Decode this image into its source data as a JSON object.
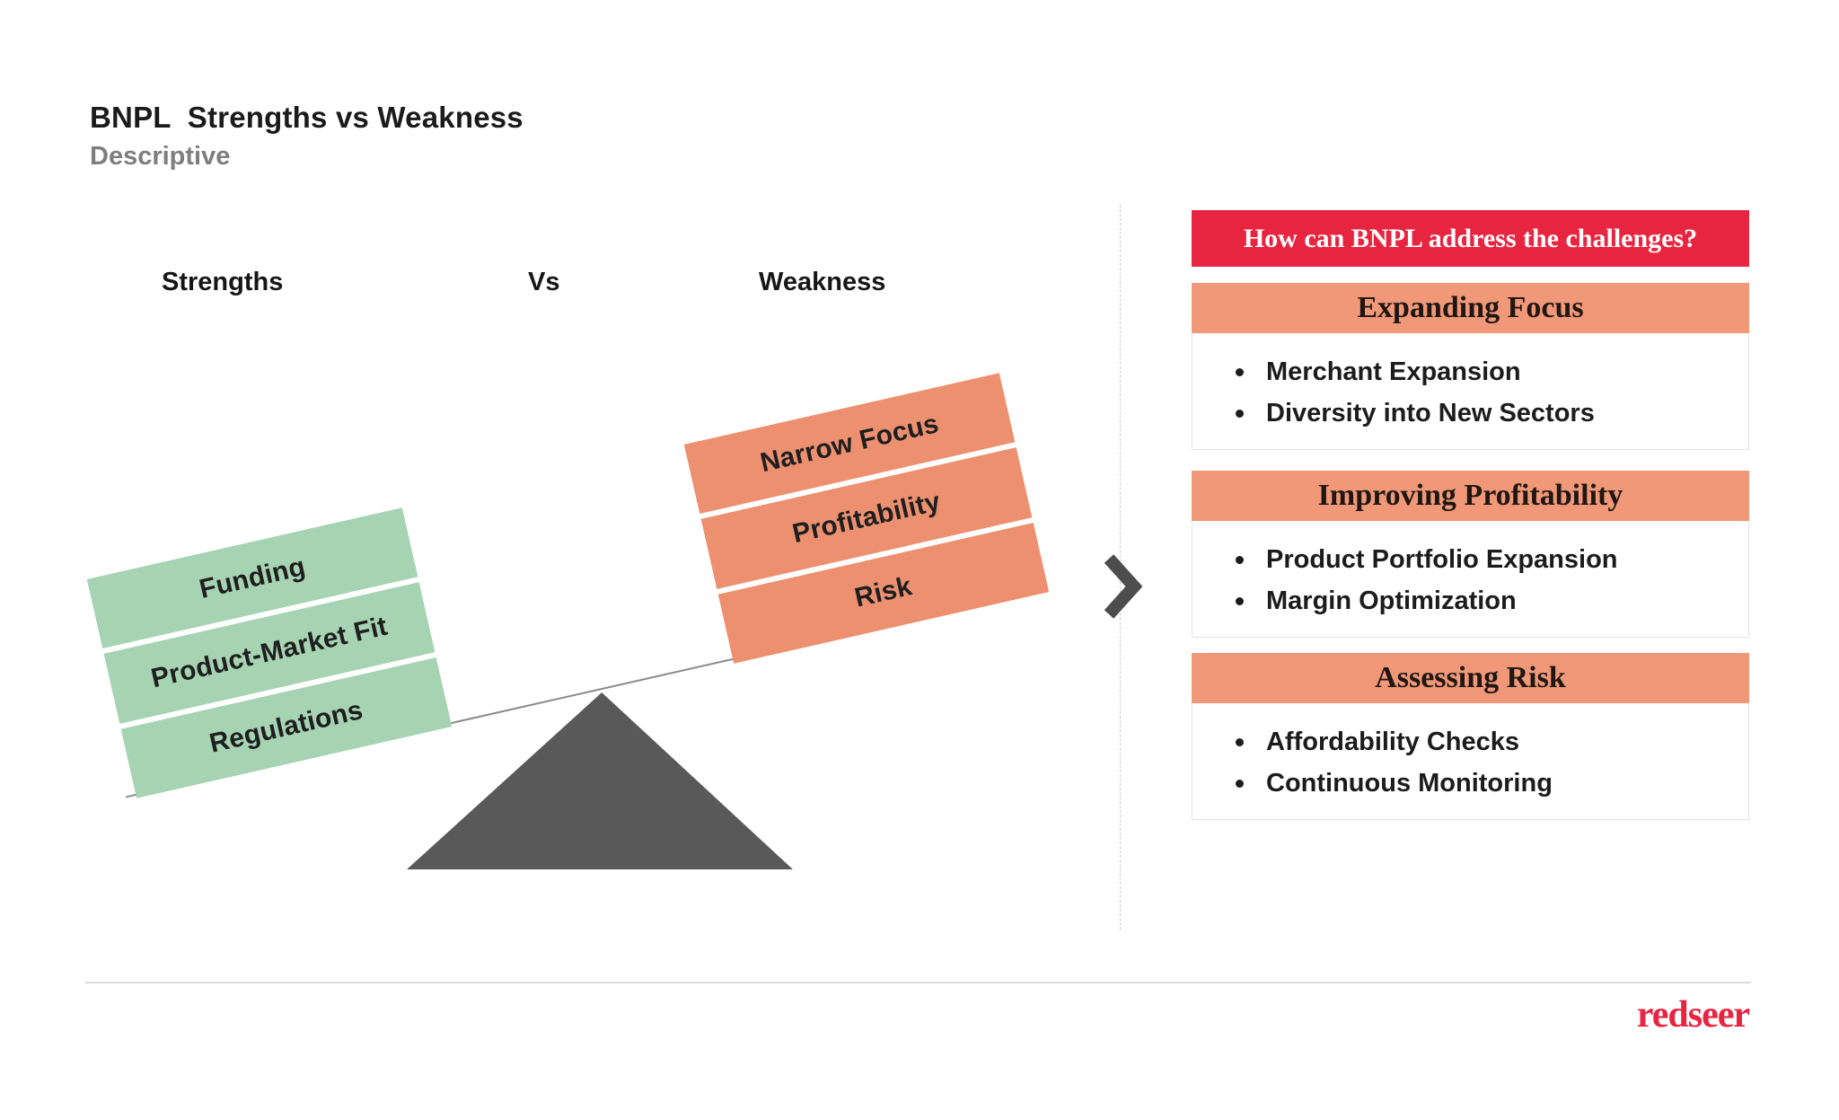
{
  "slide": {
    "title": "BNPL  Strengths vs Weakness",
    "subtitle": "Descriptive"
  },
  "seesaw": {
    "strengths_label": "Strengths",
    "vs_label": "Vs",
    "weakness_label": "Weakness",
    "strengths_items": [
      "Funding",
      "Product-Market Fit",
      "Regulations"
    ],
    "weakness_items": [
      "Narrow Focus",
      "Profitability",
      "Risk"
    ]
  },
  "right_panel": {
    "banner": "How can BNPL address the challenges?",
    "sections": [
      {
        "title": "Expanding Focus",
        "bullets": [
          "Merchant Expansion",
          "Diversity into New Sectors"
        ]
      },
      {
        "title": "Improving Profitability",
        "bullets": [
          "Product Portfolio Expansion",
          "Margin Optimization"
        ]
      },
      {
        "title": "Assessing Risk",
        "bullets": [
          "Affordability Checks",
          "Continuous Monitoring"
        ]
      }
    ]
  },
  "footer": {
    "logo_text": "redseer"
  },
  "colors": {
    "green": "#a6d4b3",
    "salmon_box": "#ed9070",
    "salmon_header": "#f09878",
    "red": "#e82540",
    "gray_dark": "#595959"
  }
}
